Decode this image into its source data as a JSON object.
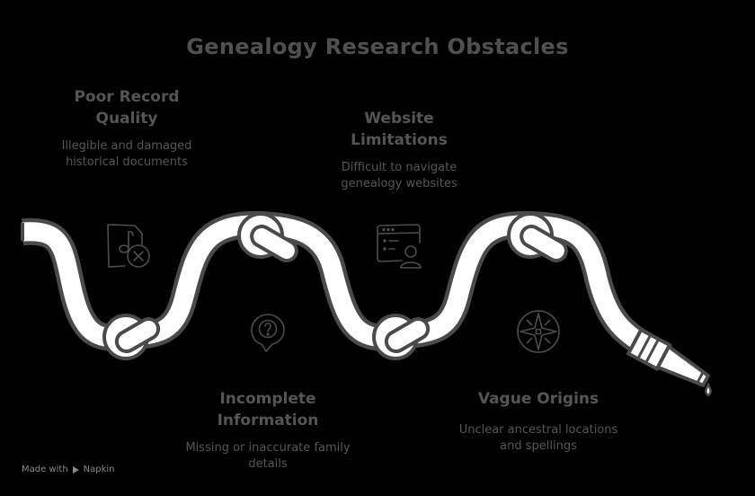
{
  "title": "Genealogy Research Obstacles",
  "colors": {
    "background": "#000000",
    "text": "#555555",
    "hose_fill": "#ffffff",
    "hose_outline": "#4a4a4a"
  },
  "obstacles": [
    {
      "heading": "Poor Record Quality",
      "description": "Illegible and damaged historical documents",
      "icon": "music-document-error-icon",
      "position": "top"
    },
    {
      "heading": "Incomplete Information",
      "description": "Missing or inaccurate family details",
      "icon": "location-question-icon",
      "position": "bottom"
    },
    {
      "heading": "Website Limitations",
      "description": "Difficult to navigate genealogy websites",
      "icon": "browser-user-icon",
      "position": "top"
    },
    {
      "heading": "Vague Origins",
      "description": "Unclear ancestral locations and spellings",
      "icon": "compass-icon",
      "position": "bottom"
    }
  ],
  "footer": {
    "made_with": "Made with",
    "brand": "Napkin"
  }
}
